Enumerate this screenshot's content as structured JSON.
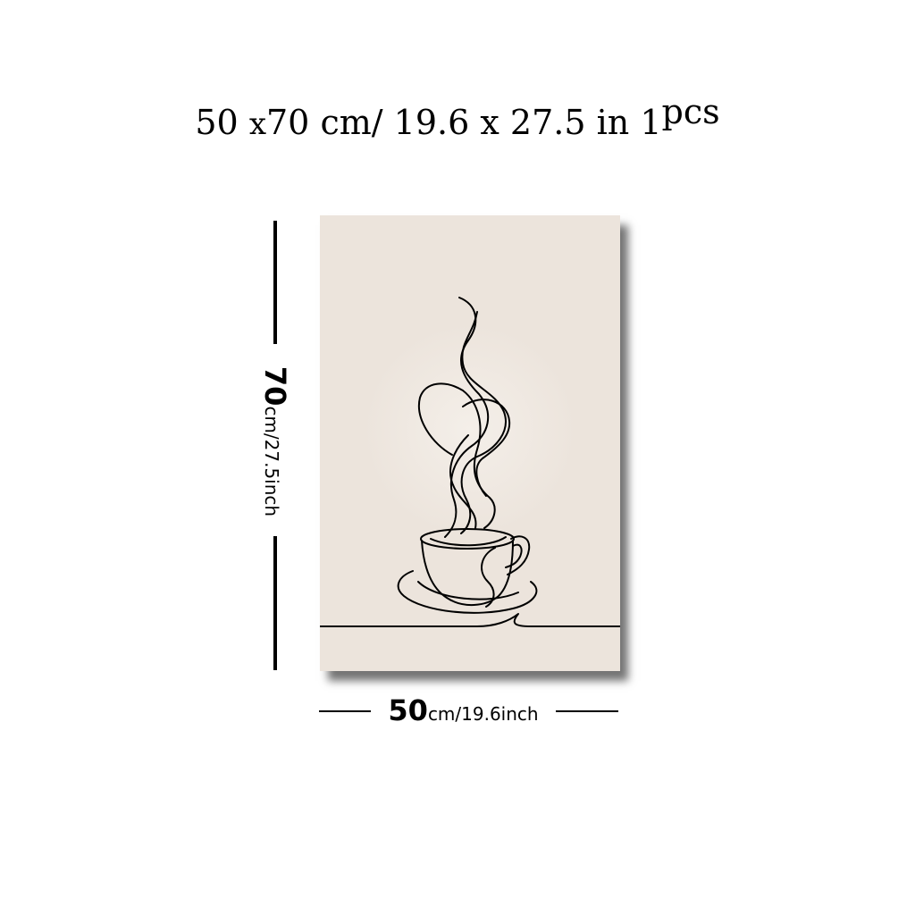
{
  "headline": {
    "size_a": "50",
    "x1": "x",
    "size_b": "70",
    "unit_cm": "cm/",
    "size_in": "19.6",
    "x2": "x",
    "size_in_b": "27.5",
    "unit_in": "in",
    "qty": "1",
    "qty_unit": "pcs"
  },
  "height_marker": {
    "value": "70",
    "unit": "cm/27.5inch"
  },
  "width_marker": {
    "value": "50",
    "unit": "cm/19.6inch"
  },
  "artwork": {
    "subject": "coffee-cup-line-art",
    "background_color": "#ece4dc",
    "line_color": "#000000"
  }
}
